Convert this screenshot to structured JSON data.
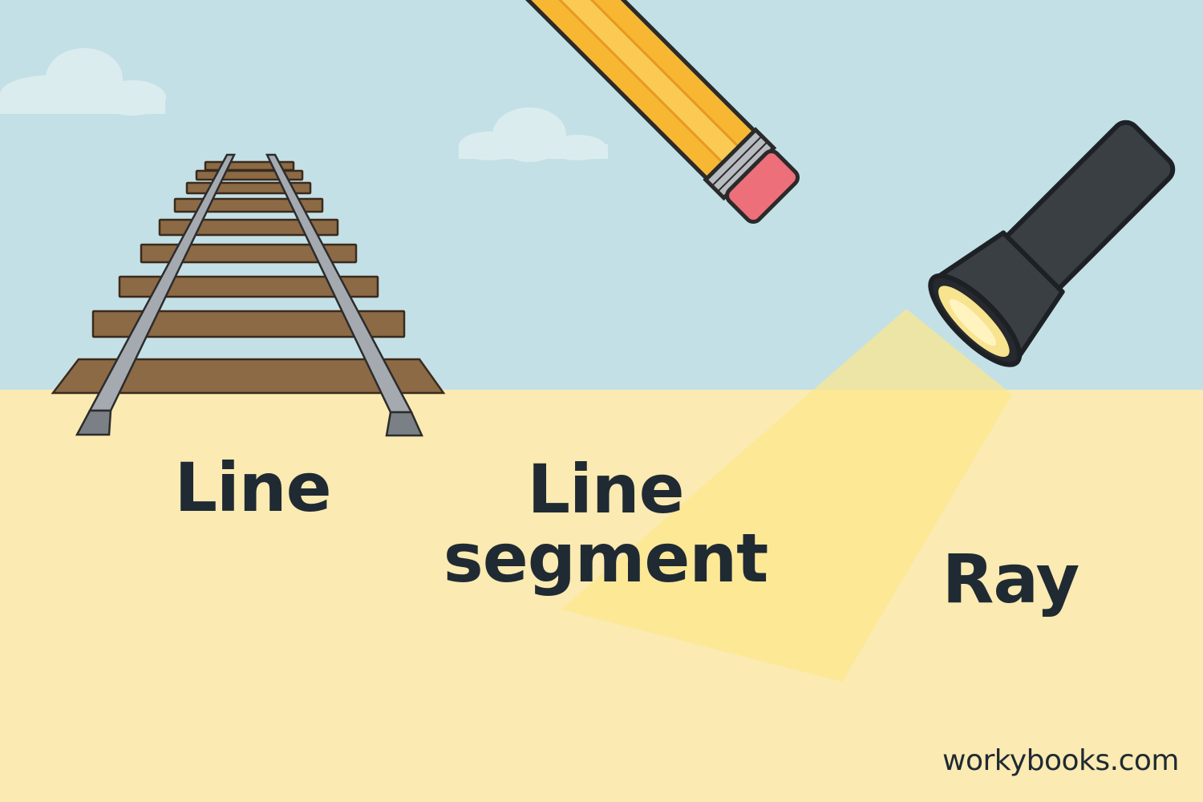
{
  "colors": {
    "sky": "#c3e0e6",
    "ground": "#fbeab1",
    "text": "#1f2a33",
    "pencil_body": "#f7b733",
    "eraser": "#ec6f7a",
    "flashlight_body": "#3a3f44",
    "beam": "#fde78a",
    "rail": "#9aa0a6",
    "tie": "#8b6a45"
  },
  "icons": [
    "railroad-track-icon",
    "pencil-icon",
    "flashlight-icon",
    "cloud-icon"
  ],
  "labels": {
    "line": "Line",
    "segment_line1": "Line",
    "segment_line2": "segment",
    "ray": "Ray"
  },
  "watermark": "workybooks.com"
}
